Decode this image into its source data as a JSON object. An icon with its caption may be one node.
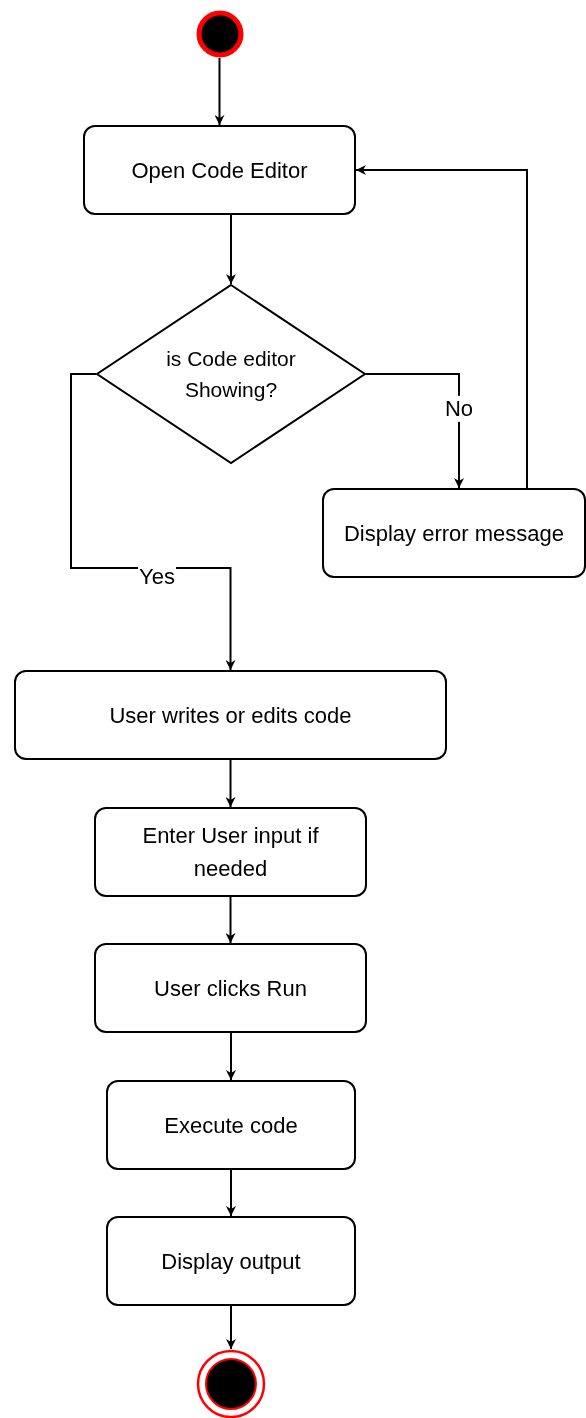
{
  "diagram": {
    "nodes": [
      {
        "text": [],
        "shape": "circle"
      },
      {
        "text": [
          "Open Code Editor"
        ]
      },
      {
        "text": [
          "is Code editor Showing?"
        ]
      },
      {
        "text": [
          "Display error message"
        ]
      },
      {
        "text": [
          "User writes or edits code"
        ]
      },
      {
        "text": [
          "Enter User input if needed"
        ]
      },
      {
        "text": [
          "User clicks Run"
        ]
      },
      {
        "text": [
          "Execute code"
        ]
      },
      {
        "text": [
          "Display output"
        ]
      },
      {
        "text": [],
        "shape": "circle"
      }
    ],
    "edges": [
      {
        "from": 0,
        "to": 1,
        "arrow": "to"
      },
      {
        "from": 1,
        "to": 2,
        "arrow": "to"
      },
      {
        "from": 2,
        "to": 3,
        "arrow": "to",
        "label": "No"
      },
      {
        "from": 3,
        "to": 1,
        "arrow": "to"
      },
      {
        "from": 2,
        "to": 4,
        "arrow": "to",
        "label": "Yes"
      },
      {
        "from": 4,
        "to": 5,
        "arrow": "to"
      },
      {
        "from": 5,
        "to": 6,
        "arrow": "to"
      },
      {
        "from": 6,
        "to": 7,
        "arrow": "to"
      },
      {
        "from": 7,
        "to": 8,
        "arrow": "to"
      },
      {
        "from": 8,
        "to": 9,
        "arrow": "to"
      }
    ]
  }
}
